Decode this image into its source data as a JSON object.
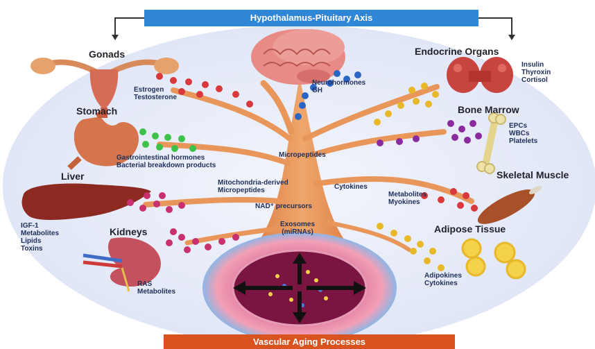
{
  "header": {
    "title": "Hypothalamus-Pituitary Axis"
  },
  "footer": {
    "title": "Vascular Aging Processes"
  },
  "organs": {
    "gonads": "Gonads",
    "endocrine": "Endocrine Organs",
    "stomach": "Stomach",
    "bone_marrow": "Bone Marrow",
    "liver": "Liver",
    "skeletal_muscle": "Skeletal Muscle",
    "kidneys": "Kidneys",
    "adipose": "Adipose Tissue"
  },
  "factors": {
    "gonads": [
      "Estrogen",
      "Testosterone"
    ],
    "brain": [
      "Neurohormones",
      "GH"
    ],
    "endocrine": [
      "Insulin",
      "Thyroxin",
      "Cortisol"
    ],
    "stomach": [
      "Gastrointestinal hormones",
      "Bacterial breakdown products"
    ],
    "bone_marrow": [
      "EPCs",
      "WBCs",
      "Platelets"
    ],
    "liver": [
      "IGF-1",
      "Metabolites",
      "Lipids",
      "Toxins"
    ],
    "muscle": [
      "Metabolites",
      "Myokines"
    ],
    "kidneys": [
      "RAS",
      "Metabolites"
    ],
    "adipose": [
      "Adipokines",
      "Cytokines"
    ]
  },
  "tree": {
    "micropeptides": "Micropeptides",
    "mito": [
      "Mitochondria-derived",
      "Micropeptides"
    ],
    "cytokines": "Cytokines",
    "nad": "NAD⁺ precursors",
    "exosomes": [
      "Exosomes",
      "(miRNAs)"
    ]
  },
  "colors": {
    "header_bg": "#2f86d6",
    "footer_bg": "#d9531e",
    "circle_bg": "#e6ebf8",
    "trunk": "#e8965a",
    "dot_red": "#d9383c",
    "dot_blue": "#2a66c8",
    "dot_green": "#3cc24a",
    "dot_purple": "#8a2a9e",
    "dot_yellow": "#e8b828",
    "dot_magenta": "#c8306e",
    "dot_orange": "#e07a2a"
  }
}
